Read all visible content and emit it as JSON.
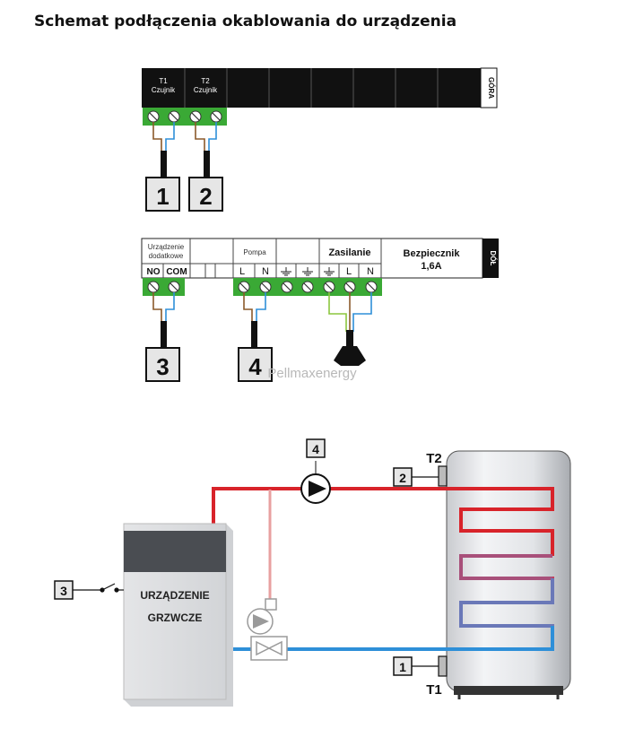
{
  "title": "Schemat podłączenia okablowania do urządzenia",
  "top_strip": {
    "t1_line1": "T1",
    "t1_line2": "Czujnik",
    "t2_line1": "T2",
    "t2_line2": "Czujnik",
    "side_label": "GÓRA",
    "num1": "1",
    "num2": "2"
  },
  "bottom_strip": {
    "extra_line1": "Urządzenie",
    "extra_line2": "dodatkowe",
    "no": "NO",
    "com": "COM",
    "pompa": "Pompa",
    "zasilanie": "Zasilanie",
    "L": "L",
    "N": "N",
    "fuse_line1": "Bezpiecznik",
    "fuse_line2": "1,6A",
    "side_label": "DÓŁ",
    "num3": "3",
    "num4": "4",
    "watermark": "Pellmaxenergy"
  },
  "scheme": {
    "boiler_line1": "URZĄDZENIE",
    "boiler_line2": "GRZWCZE",
    "label3": "3",
    "label4": "4",
    "label2": "2",
    "label1": "1",
    "t2": "T2",
    "t1": "T1"
  },
  "colors": {
    "hot": "#d8232a",
    "cold": "#2e8fd8",
    "pale_hot": "#e8a0a0",
    "terminal_green": "#3aa935",
    "strip_black": "#111111"
  }
}
